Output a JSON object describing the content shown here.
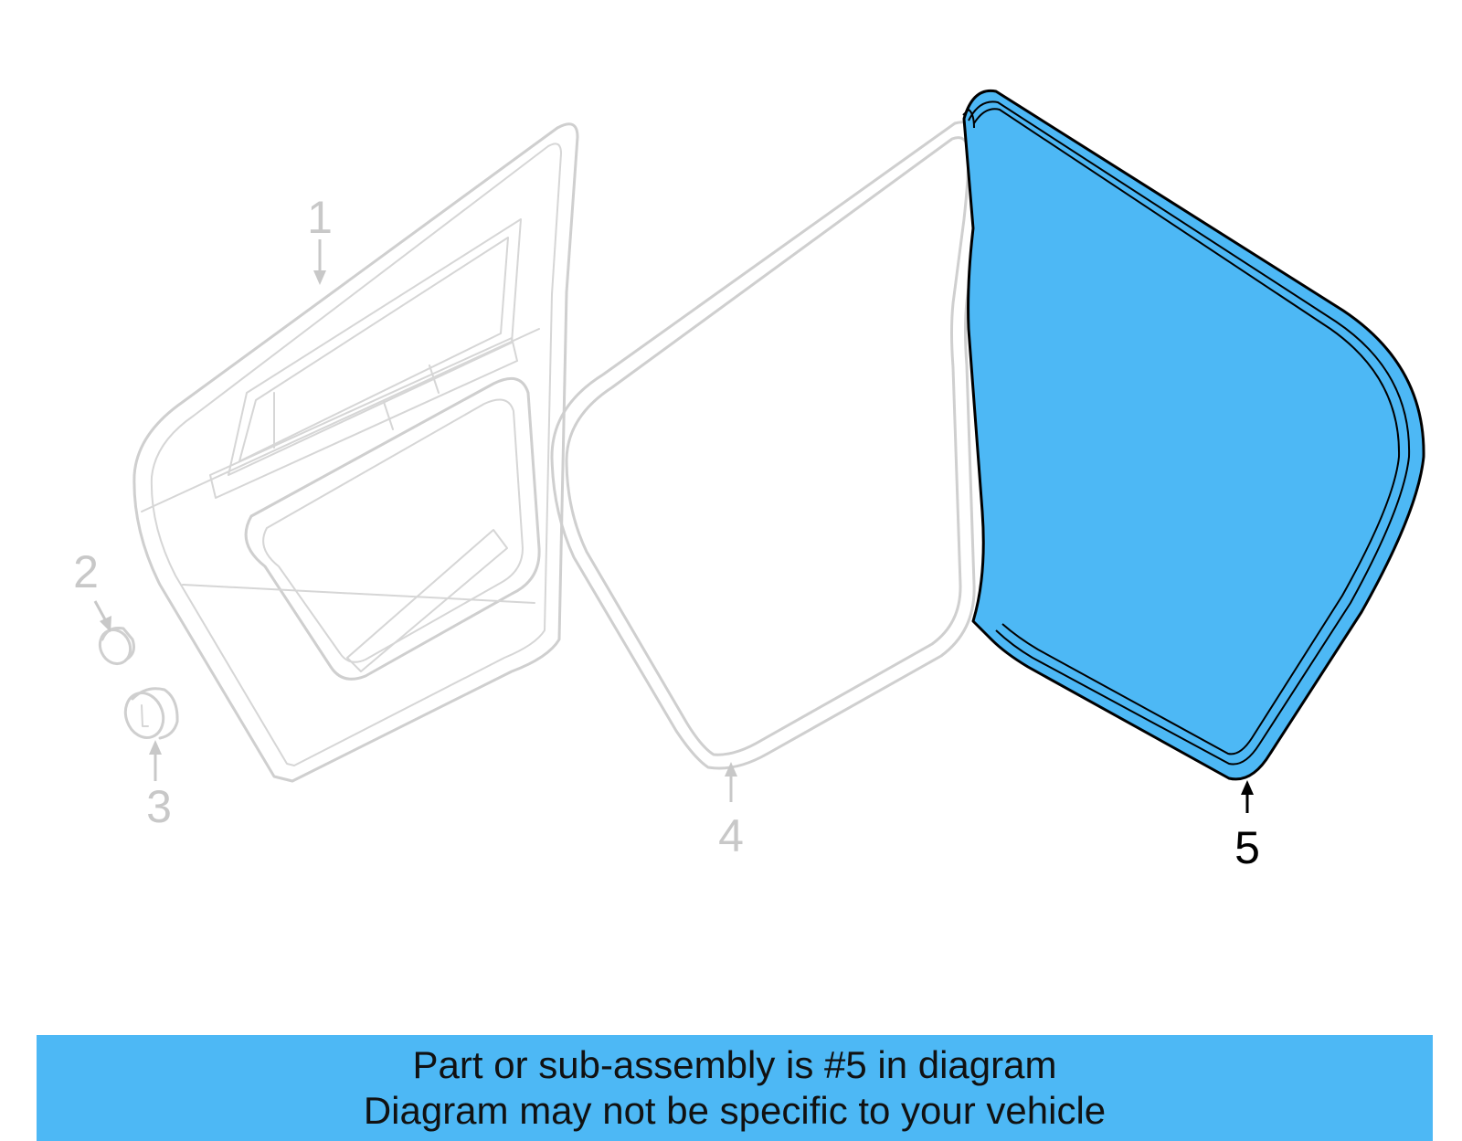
{
  "colors": {
    "highlight": "#4db8f5",
    "ghost_stroke": "#cfcfcf",
    "callout_dim": "#c8c8c8",
    "callout_active": "#000000"
  },
  "callouts": [
    {
      "label": "1",
      "state": "inactive"
    },
    {
      "label": "2",
      "state": "inactive"
    },
    {
      "label": "3",
      "state": "inactive"
    },
    {
      "label": "4",
      "state": "inactive"
    },
    {
      "label": "5",
      "state": "highlighted"
    }
  ],
  "banner": {
    "line1": "Part or sub-assembly is #5 in diagram",
    "line2": "Diagram may not be specific to your vehicle"
  }
}
